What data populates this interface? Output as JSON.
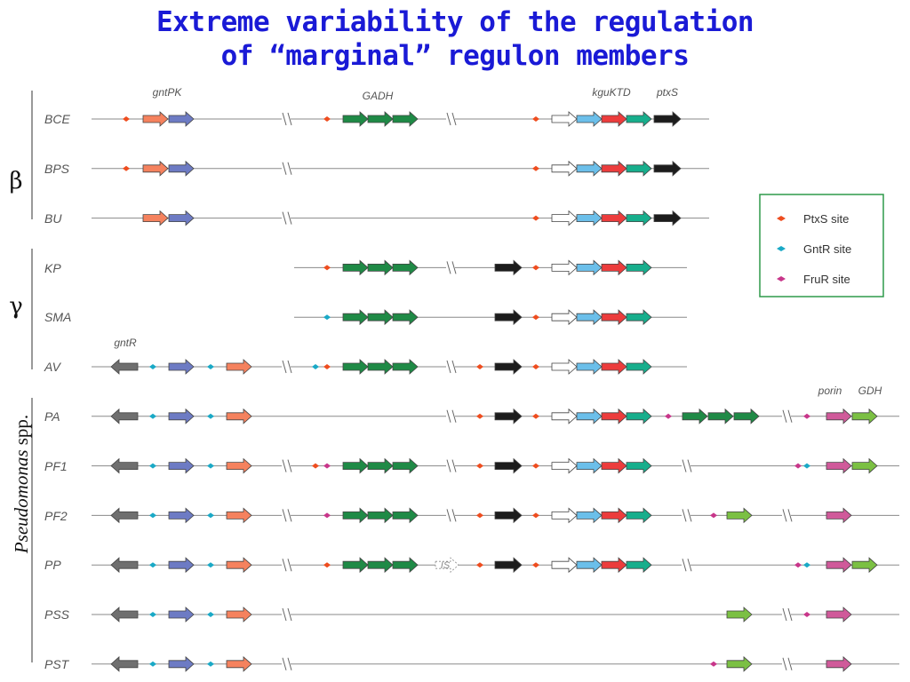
{
  "title": {
    "line1": "Extreme variability of the regulation",
    "line2": "of “marginal” regulon members"
  },
  "groups": [
    {
      "symbol": "β",
      "rows": [
        "BCE",
        "BPS",
        "BU"
      ]
    },
    {
      "symbol": "γ",
      "rows": [
        "KP",
        "SMA",
        "AV"
      ]
    },
    {
      "symbol": "Pseudomonas",
      "suffix": " spp.",
      "rows": [
        "PA",
        "PF1",
        "PF2",
        "PP",
        "PSS",
        "PST"
      ]
    }
  ],
  "rows": [
    "BCE",
    "BPS",
    "BU",
    "KP",
    "SMA",
    "AV",
    "PA",
    "PF1",
    "PF2",
    "PP",
    "PSS",
    "PST"
  ],
  "gene_labels": {
    "gntPK": "gntPK",
    "gadh": "GADH",
    "kguKTD": "kguKTD",
    "ptxS": "ptxS",
    "gntR": "gntR",
    "porin": "porin",
    "gdh": "GDH"
  },
  "insertion_label": "IS",
  "legend": {
    "items": [
      {
        "label": "PtxS site",
        "color": "#ee4d1f"
      },
      {
        "label": "GntR site",
        "color": "#1aa9c6"
      },
      {
        "label": "FruR site",
        "color": "#c8368a"
      }
    ]
  },
  "colors": {
    "title": "#1a1ad6",
    "salmon": "#f5825e",
    "blue_purple": "#6d7bc4",
    "dark_green": "#1f8a46",
    "light_blue": "#6bbfea",
    "red": "#ec3c3c",
    "teal": "#17ae8c",
    "black": "#1c1c1c",
    "gray": "#6f6f6f",
    "lime": "#7bc043",
    "pink": "#d05a9a",
    "legend_border": "#2e9a4a"
  }
}
